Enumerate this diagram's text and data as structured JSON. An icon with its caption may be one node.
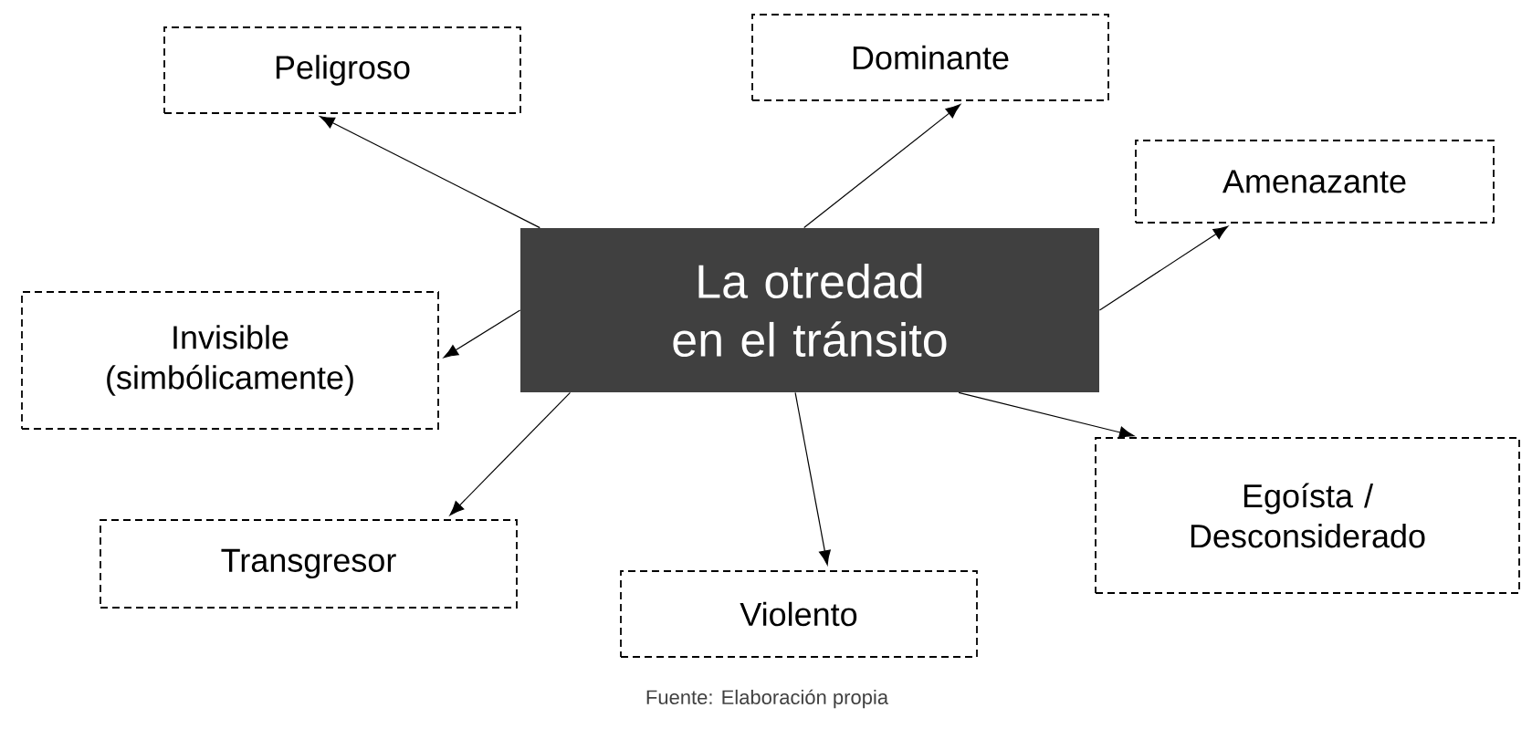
{
  "diagram": {
    "caption": "Fuente: Elaboración propia",
    "nodes": [
      {
        "text": [
          "La otredad en el tránsito"
        ]
      },
      {
        "text": [
          "Peligroso"
        ]
      },
      {
        "text": [
          "Dominante"
        ]
      },
      {
        "text": [
          "Amenazante"
        ]
      },
      {
        "text": [
          "Invisible (simbólicamente)"
        ]
      },
      {
        "text": [
          "Transgresor"
        ]
      },
      {
        "text": [
          "Violento"
        ]
      },
      {
        "text": [
          "Egoísta / Desconsiderado"
        ]
      }
    ],
    "edges": [
      {
        "from": 0,
        "to": 1,
        "arrow": "to"
      },
      {
        "from": 0,
        "to": 2,
        "arrow": "to"
      },
      {
        "from": 0,
        "to": 3,
        "arrow": "to"
      },
      {
        "from": 0,
        "to": 4,
        "arrow": "to"
      },
      {
        "from": 0,
        "to": 5,
        "arrow": "to"
      },
      {
        "from": 0,
        "to": 6,
        "arrow": "to"
      },
      {
        "from": 0,
        "to": 7,
        "arrow": "to"
      }
    ]
  }
}
